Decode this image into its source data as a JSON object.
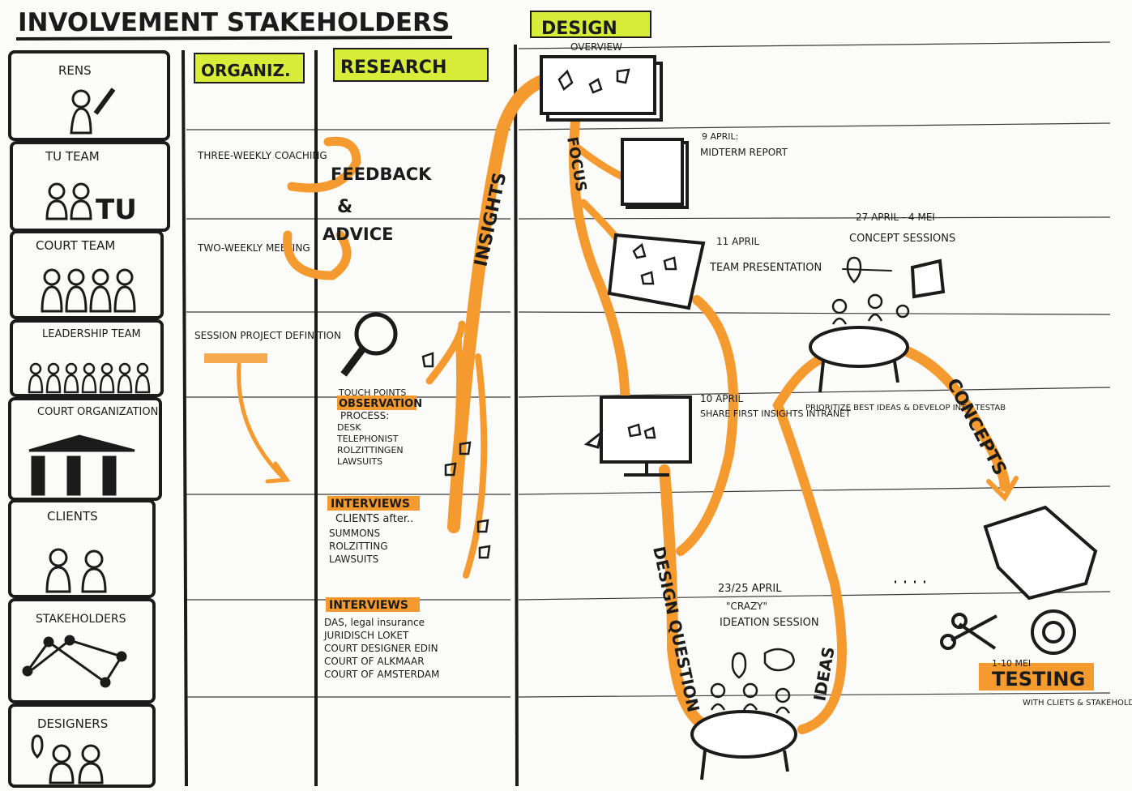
{
  "title": "INVOLVEMENT STAKEHOLDERS",
  "headers": {
    "organiz": "ORGANIZ.",
    "research": "RESEARCH",
    "design": "DESIGN"
  },
  "stakeholders": {
    "rens": "RENS",
    "tu_team": "TU TEAM",
    "tu_logo": "TU",
    "court_team": "COURT TEAM",
    "leadership_team": "LEADERSHIP TEAM",
    "court_organization": "COURT ORGANIZATION",
    "clients": "CLIENTS",
    "stakeholders": "STAKEHOLDERS",
    "designers": "DESIGNERS"
  },
  "organiz": {
    "item1": "THREE-WEEKLY COACHING",
    "item2": "TWO-WEEKLY MEETING",
    "item3": "SESSION PROJECT DEFINITION"
  },
  "research": {
    "feedback": "FEEDBACK",
    "amp": "&",
    "advice": "ADVICE",
    "touchpoints": "TOUCH POINTS",
    "observation": "OBSERVATION",
    "process": "PROCESS:",
    "process_items": [
      "DESK",
      "TELEPHONIST",
      "ROLZITTINGEN",
      "LAWSUITS"
    ],
    "interviews1": "INTERVIEWS",
    "clients_after": "CLIENTS after..",
    "clients_items": [
      "SUMMONS",
      "ROLZITTING",
      "LAWSUITS"
    ],
    "interviews2": "INTERVIEWS",
    "stakeholder_items": [
      "DAS, legal insurance",
      "JURIDISCH LOKET",
      "COURT DESIGNER EDIN",
      "COURT OF ALKMAAR",
      "COURT OF AMSTERDAM"
    ],
    "insights": "INSIGHTS"
  },
  "design": {
    "overview": "OVERVIEW",
    "focus": "FOCUS",
    "midterm_date": "9 APRIL:",
    "midterm": "MIDTERM REPORT",
    "team_date": "11 APRIL",
    "team_presentation": "TEAM PRESENTATION",
    "share_date": "10 APRIL",
    "share": "SHARE FIRST INSIGHTS INTRANET",
    "concept_date": "27 APRIL - 4 MEI",
    "concept_sessions": "CONCEPT SESSIONS",
    "prioritize": "PRIORITIZE BEST IDEAS & DEVELOP INTO TESTAB",
    "concepts": "CONCEPTS",
    "ideation_date": "23/25 APRIL",
    "crazy": "\"CRAZY\"",
    "ideation": "IDEATION SESSION",
    "design_question": "DESIGN QUESTION",
    "ideas": "IDEAS",
    "testing_date": "1-10 MEI",
    "testing": "TESTING",
    "with_clients": "WITH CLIETS & STAKEHOLDERS"
  },
  "colors": {
    "ink": "#1b1b1b",
    "orange": "#f49a2f",
    "highlight": "#d8ec3a",
    "paper": "#fbfbfa"
  }
}
